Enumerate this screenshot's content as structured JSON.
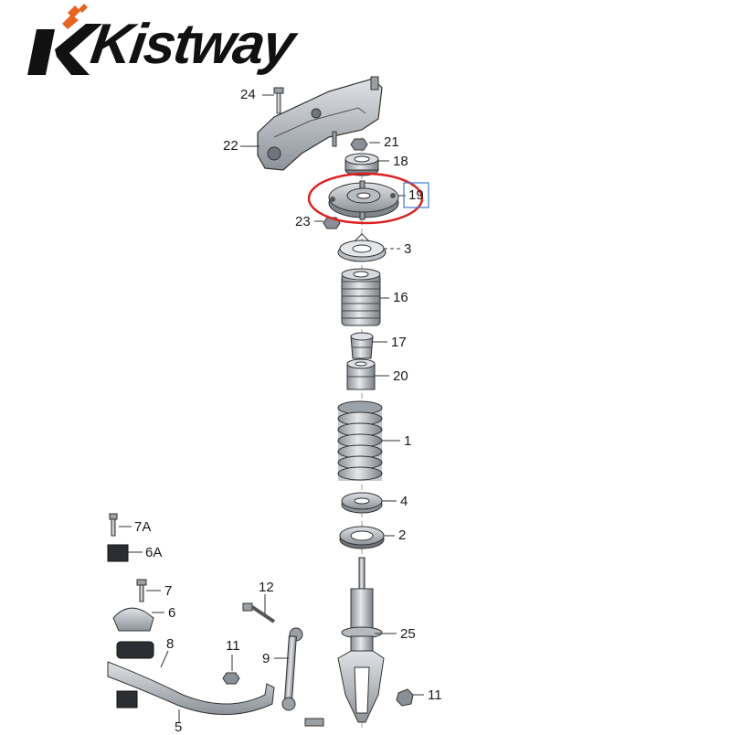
{
  "brand": {
    "text": "Kistway",
    "accent": "#e8641e"
  },
  "highlight": {
    "part": "19",
    "circle_color": "#e02020",
    "box_color": "#3a7bd5"
  },
  "callouts": {
    "c24": "24",
    "c22": "22",
    "c21": "21",
    "c18": "18",
    "c19": "19",
    "c23": "23",
    "c3": "3",
    "c16": "16",
    "c17": "17",
    "c20": "20",
    "c1": "1",
    "c4": "4",
    "c2": "2",
    "c7A": "7A",
    "c6A": "6A",
    "c7": "7",
    "c6": "6",
    "c8": "8",
    "c12": "12",
    "c9": "9",
    "c11a": "11",
    "c11b": "11",
    "c25": "25",
    "c5": "5"
  }
}
